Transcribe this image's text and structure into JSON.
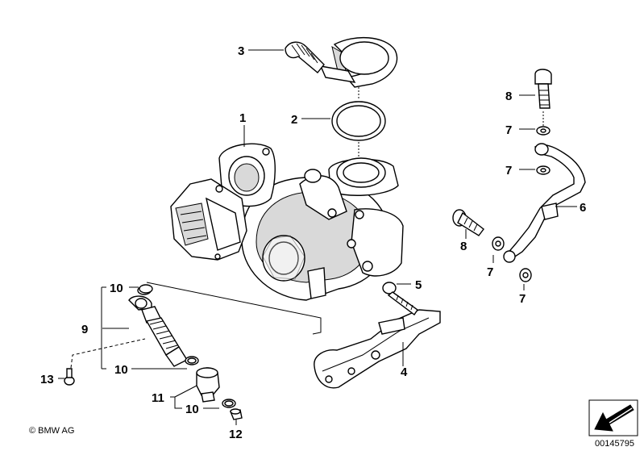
{
  "callouts": {
    "c1": "1",
    "c2": "2",
    "c3": "3",
    "c4": "4",
    "c5": "5",
    "c6": "6",
    "c7a": "7",
    "c7b": "7",
    "c7c": "7",
    "c7d": "7",
    "c8a": "8",
    "c8b": "8",
    "c9": "9",
    "c10a": "10",
    "c10b": "10",
    "c10c": "10",
    "c11": "11",
    "c12": "12",
    "c13": "13"
  },
  "footer": {
    "copyright": "© BMW AG",
    "diagram_number": "00145795"
  },
  "icons": {
    "nav_arrow": "arrow-icon"
  }
}
